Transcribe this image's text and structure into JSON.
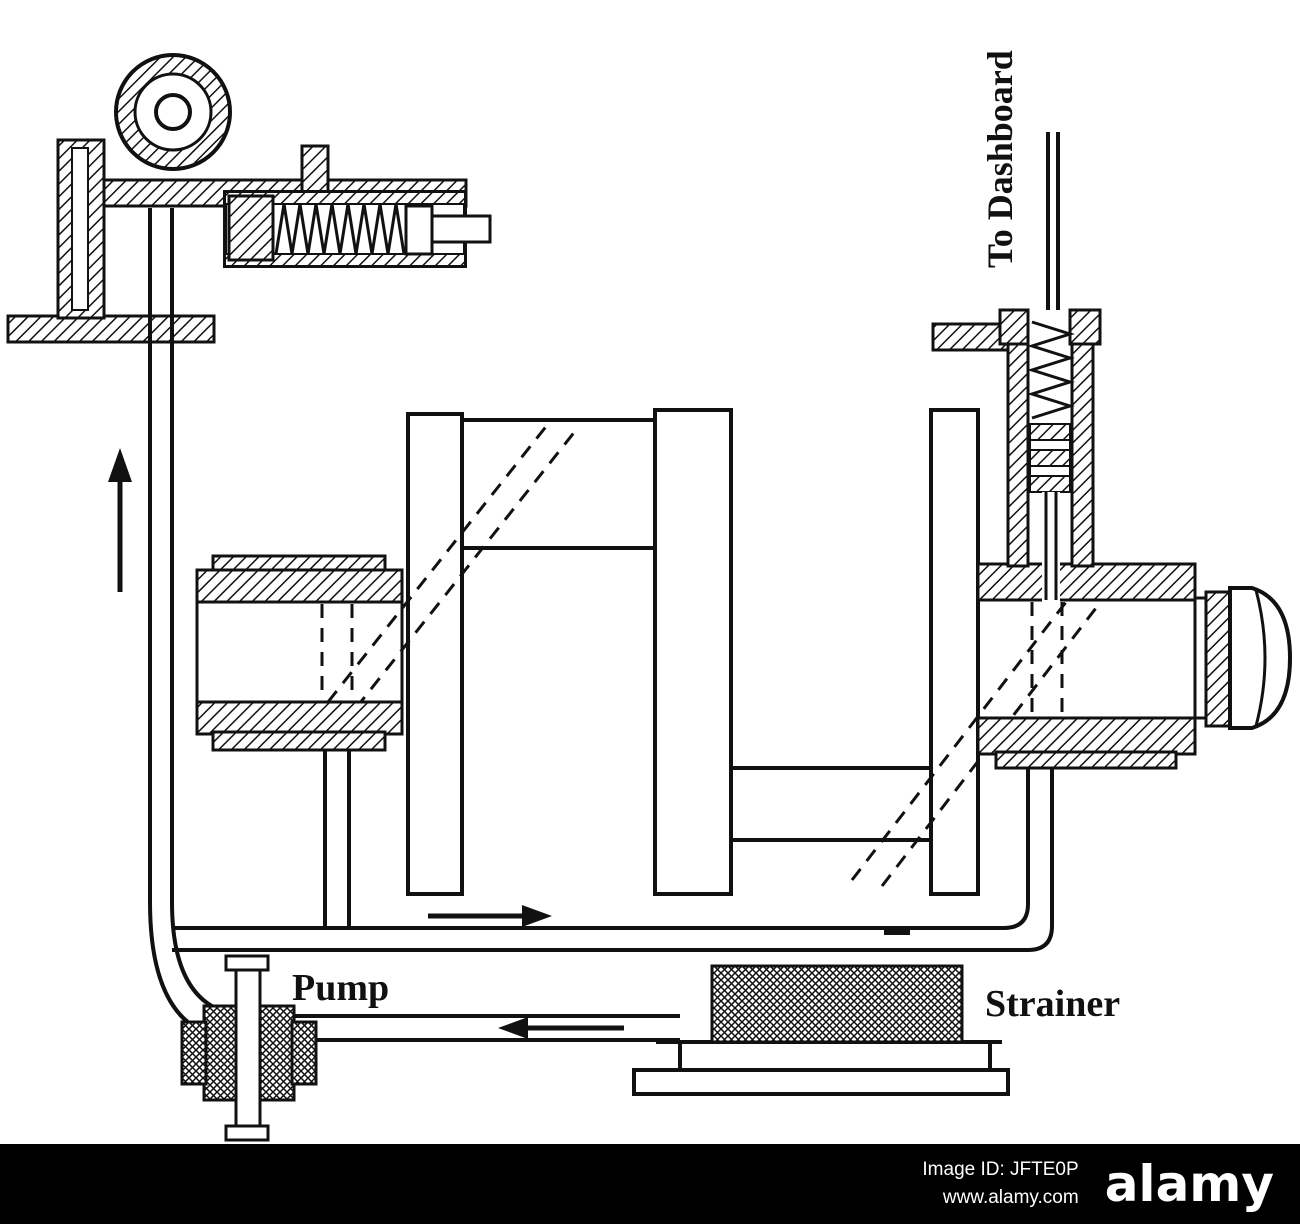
{
  "figure": {
    "labels": {
      "to_dashboard": "To Dashboard",
      "pump": "Pump",
      "strainer": "Strainer"
    }
  },
  "footer": {
    "image_id": "Image ID: JFTE0P",
    "url": "www.alamy.com",
    "brand": "alamy"
  },
  "colors": {
    "ink": "#111111",
    "paper": "#ffffff",
    "footer_bar": "#000000"
  }
}
